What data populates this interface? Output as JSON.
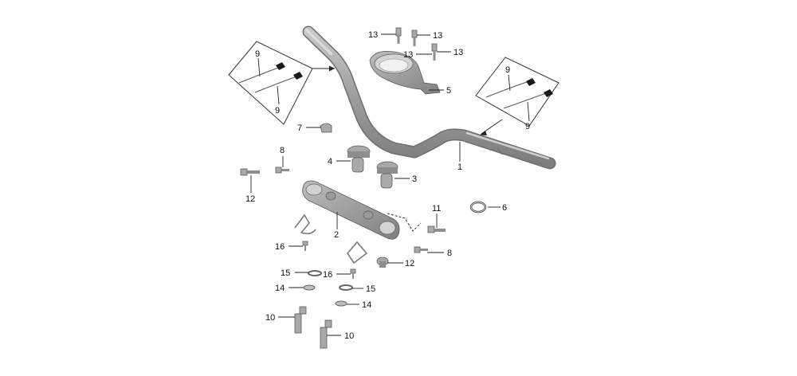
{
  "callouts": {
    "c1": "1",
    "c2": "2",
    "c3": "3",
    "c4": "4",
    "c5": "5",
    "c6": "6",
    "c7": "7",
    "c8a": "8",
    "c8b": "8",
    "c9a": "9",
    "c9b": "9",
    "c9c": "9",
    "c9d": "9",
    "c10a": "10",
    "c10b": "10",
    "c11": "11",
    "c12a": "12",
    "c12b": "12",
    "c13a": "13",
    "c13b": "13",
    "c13c": "13",
    "c13d": "13",
    "c14a": "14",
    "c14b": "14",
    "c15a": "15",
    "c15b": "15",
    "c16a": "16",
    "c16b": "16"
  },
  "colors": {
    "metal": "#a9a9a9",
    "metal_dark": "#8d8d8d",
    "black_plug": "#1a1a1a",
    "line": "#222222"
  }
}
